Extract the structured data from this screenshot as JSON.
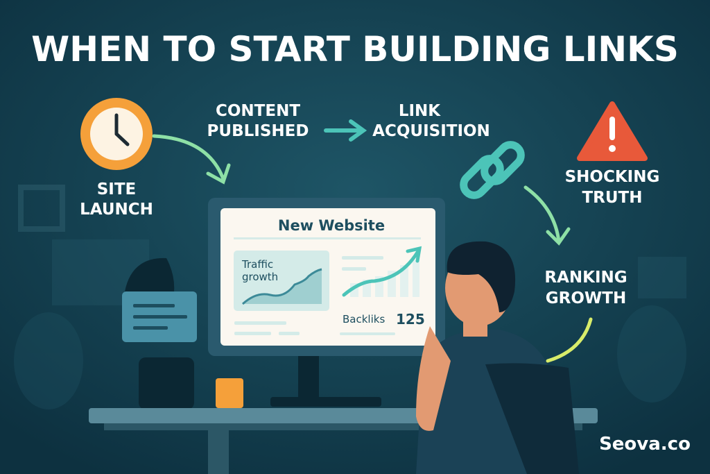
{
  "title": "WHEN TO START BUILDING LINKS",
  "steps": {
    "site_launch": [
      "SITE",
      "LAUNCH"
    ],
    "content_published": [
      "CONTENT",
      "PUBLISHED"
    ],
    "link_acquisition": [
      "LINK",
      "ACQUISITION"
    ],
    "shocking_truth": [
      "SHOCKING",
      "TRUTH"
    ],
    "ranking_growth": [
      "RANKING",
      "GROWTH"
    ]
  },
  "screen": {
    "heading": "New Website",
    "traffic_label": [
      "Traffic",
      "growth"
    ],
    "backlinks_label": "Backliks",
    "backlinks_value": "125"
  },
  "brand": "Seova.co",
  "colors": {
    "background": "#123d4c",
    "clock": "#f5a03a",
    "warning": "#e8593a",
    "teal": "#4cc4b8",
    "screen": "#fbf7f0"
  }
}
